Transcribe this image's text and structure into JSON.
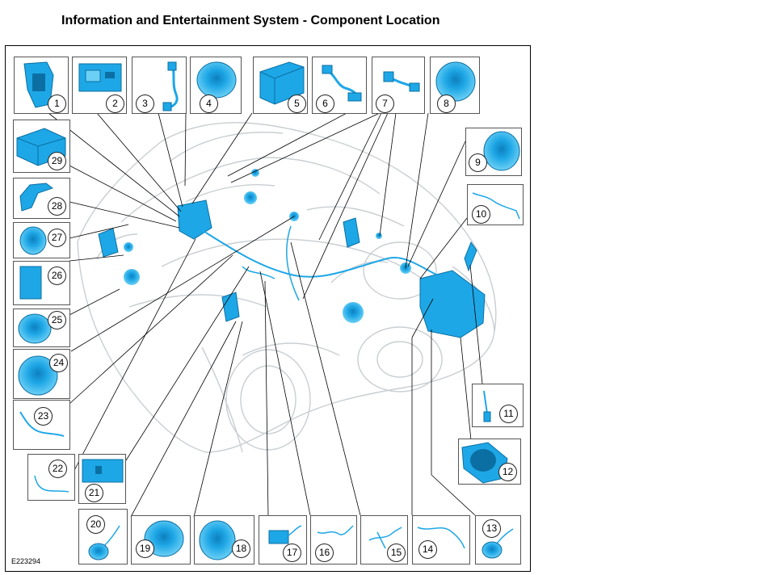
{
  "title": "Information and Entertainment System - Component Location",
  "figure_ref": "E223294",
  "colors": {
    "component": "#1ea7e6",
    "component_dark": "#0b6fa3",
    "ghost_car": "#c9ced2",
    "leader": "#000000"
  },
  "components": [
    {
      "id": 1,
      "label": "1",
      "icon": "display-bezel"
    },
    {
      "id": 2,
      "label": "2",
      "icon": "audio-control-unit"
    },
    {
      "id": 3,
      "label": "3",
      "icon": "harness-connector"
    },
    {
      "id": 4,
      "label": "4",
      "icon": "speaker"
    },
    {
      "id": 5,
      "label": "5",
      "icon": "module"
    },
    {
      "id": 6,
      "label": "6",
      "icon": "harness-connector"
    },
    {
      "id": 7,
      "label": "7",
      "icon": "harness-connector"
    },
    {
      "id": 8,
      "label": "8",
      "icon": "speaker"
    },
    {
      "id": 9,
      "label": "9",
      "icon": "speaker"
    },
    {
      "id": 10,
      "label": "10",
      "icon": "cable"
    },
    {
      "id": 11,
      "label": "11",
      "icon": "antenna"
    },
    {
      "id": 12,
      "label": "12",
      "icon": "subwoofer"
    },
    {
      "id": 13,
      "label": "13",
      "icon": "microphone"
    },
    {
      "id": 14,
      "label": "14",
      "icon": "cable"
    },
    {
      "id": 15,
      "label": "15",
      "icon": "cable"
    },
    {
      "id": 16,
      "label": "16",
      "icon": "cable"
    },
    {
      "id": 17,
      "label": "17",
      "icon": "module"
    },
    {
      "id": 18,
      "label": "18",
      "icon": "speaker"
    },
    {
      "id": 19,
      "label": "19",
      "icon": "speaker"
    },
    {
      "id": 20,
      "label": "20",
      "icon": "microphone"
    },
    {
      "id": 21,
      "label": "21",
      "icon": "usb-port"
    },
    {
      "id": 22,
      "label": "22",
      "icon": "cable"
    },
    {
      "id": 23,
      "label": "23",
      "icon": "cable"
    },
    {
      "id": 24,
      "label": "24",
      "icon": "speaker"
    },
    {
      "id": 25,
      "label": "25",
      "icon": "speaker"
    },
    {
      "id": 26,
      "label": "26",
      "icon": "module"
    },
    {
      "id": 27,
      "label": "27",
      "icon": "tweeter"
    },
    {
      "id": 28,
      "label": "28",
      "icon": "bracket"
    },
    {
      "id": 29,
      "label": "29",
      "icon": "module"
    }
  ]
}
